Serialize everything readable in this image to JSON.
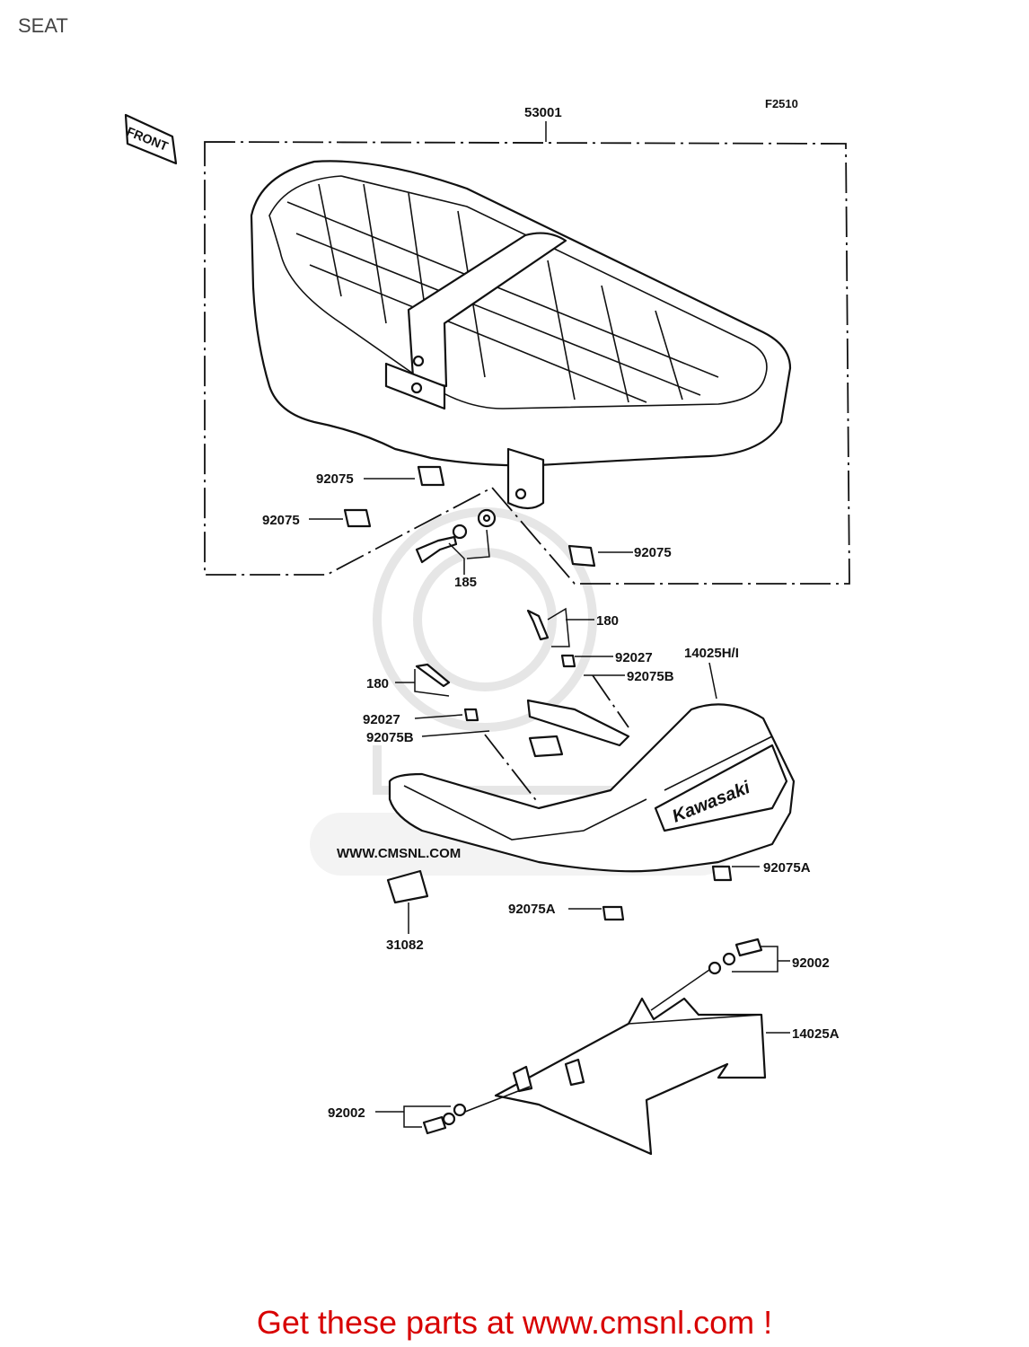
{
  "title": "SEAT",
  "diagram_code": "F2510",
  "front_label": "FRONT",
  "watermark": "WWW.CMSNL.COM",
  "brand": "Kawasaki",
  "parts": {
    "p53001": "53001",
    "p92075_a": "92075",
    "p92075_b": "92075",
    "p92075_c": "92075",
    "p185": "185",
    "p180_a": "180",
    "p180_b": "180",
    "p92027_a": "92027",
    "p92027_b": "92027",
    "p92075B_a": "92075B",
    "p92075B_b": "92075B",
    "p14025HI": "14025H/I",
    "p92075A_a": "92075A",
    "p92075A_b": "92075A",
    "p31082": "31082",
    "p92002_a": "92002",
    "p92002_b": "92002",
    "p14025A": "14025A"
  },
  "footer": "Get these parts at www.cmsnl.com !"
}
